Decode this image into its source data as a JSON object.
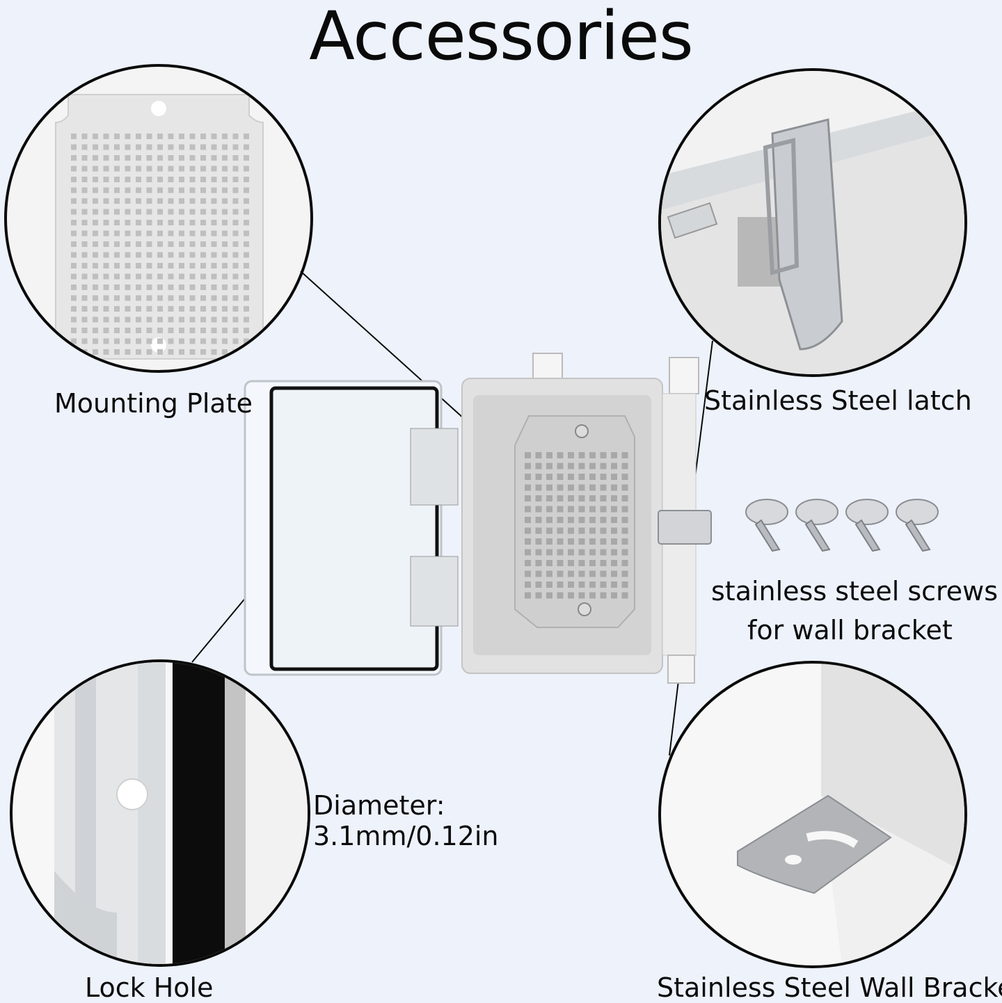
{
  "title": "Accessories",
  "labels": {
    "mounting_plate": "Mounting Plate",
    "latch": "Stainless Steel latch",
    "screws_line1": "stainless steel screws",
    "screws_line2": "for wall bracket",
    "diameter_line1": "Diameter:",
    "diameter_line2": "3.1mm/0.12in",
    "lock_hole": "Lock Hole",
    "wall_bracket": "Stainless Steel Wall Bracket"
  }
}
